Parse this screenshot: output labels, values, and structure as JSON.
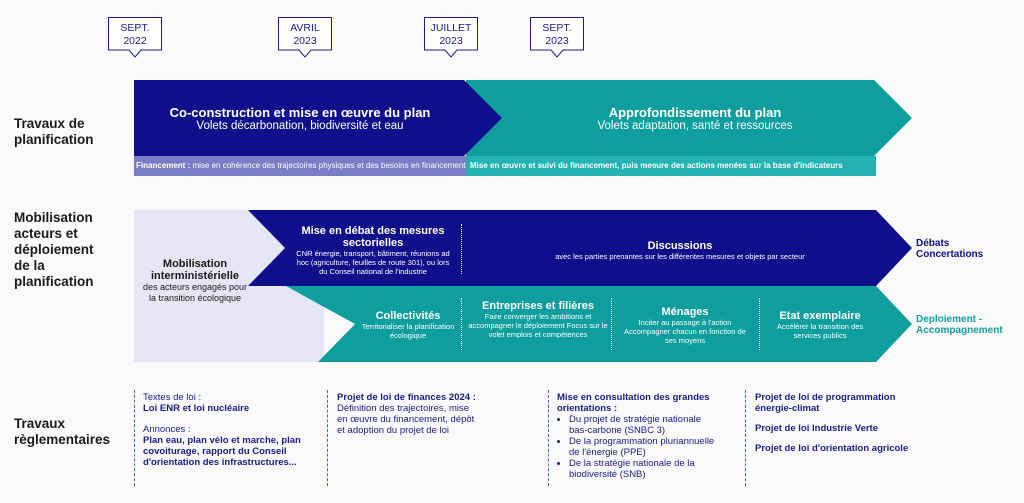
{
  "timeline": [
    {
      "month": "SEPT.",
      "year": "2022"
    },
    {
      "month": "AVRIL",
      "year": "2023"
    },
    {
      "month": "JUILLET",
      "year": "2023"
    },
    {
      "month": "SEPT.",
      "year": "2023"
    }
  ],
  "rows": {
    "planning": "Travaux de planification",
    "mobilisation": "Mobilisation acteurs et déploiement de la planification",
    "regulatory": "Travaux règlementaires"
  },
  "planning": {
    "phase1_title": "Co-construction et mise en œuvre du plan",
    "phase1_sub": "Volets décarbonation, biodiversité et eau",
    "phase2_title": "Approfondissement du plan",
    "phase2_sub": "Volets adaptation, santé et ressources",
    "finance1_label": "Financement :",
    "finance1_text": " mise en cohérence des trajectoires physiques et des besoins en financement",
    "finance2_text": "Mise en œuvre et suivi du financement, puis mesure des actions menées sur la base d'indicateurs"
  },
  "mobilisation": {
    "inter_title": "Mobilisation interministérielle",
    "inter_text": "des acteurs engagés pour la transition écologique",
    "debate_title": "Mise en débat des mesures sectorielles",
    "debate_text": "CNR énergie, transport, bâtiment, réunions ad hoc (agriculture, feuilles de route 301), ou lors du Conseil national de l'industrie",
    "discussions_title": "Discussions",
    "discussions_text": "avec les parties prenantes sur les différentes mesures et objets par secteur",
    "side1_line1": "Débats",
    "side1_line2": "Concertations",
    "coll_title": "Collectivités",
    "coll_text": "Territorialiser la planification écologique",
    "ent_title": "Entreprises et filières",
    "ent_text": "Faire converger les ambitions et accompagner le déploiement Focus sur le volet emplois et compétences",
    "men_title": "Ménages",
    "men_text": "Inciter au passage à l'action Accompagner chacun en fonction de ses moyens",
    "etat_title": "Etat exemplaire",
    "etat_text": "Accélérer la transition des services publics",
    "side2_line1": "Deploiement -",
    "side2_line2": "Accompagnement"
  },
  "regulatory": {
    "col1_intro": "Textes de loi :",
    "col1_laws": "Loi ENR et loi nucléaire",
    "col1_ann": "Annonces :",
    "col1_plans": "Plan eau, plan vélo et marche, plan covoiturage, rapport du Conseil d'orientation des infrastructures...",
    "col2_title": "Projet de loi de finances 2024 :",
    "col2_text": "Définition des trajectoires, mise en œuvre du financement, dépôt et adoption du projet de loi",
    "col3_title": "Mise en consultation des grandes orientations :",
    "col3_items": [
      "Du projet de stratégie nationale bas-carbone (SNBC 3)",
      "De la programmation pluriannuelle de l'énergie (PPE)",
      "De la stratégie nationale de la biodiversité (SNB)"
    ],
    "col4_item1": "Projet de loi de programmation énergie-climat",
    "col4_item2": "Projet de loi Industrie Verte",
    "col4_item3": "Projet de loi d'orientation agricole"
  },
  "colors": {
    "navy": "#0f0f8c",
    "teal": "#0f9e9e",
    "lavender": "#e6e6f6",
    "finance_left": "#7b7cc6",
    "finance_right": "#23b1b1",
    "accent_text": "#1b1b8a"
  }
}
